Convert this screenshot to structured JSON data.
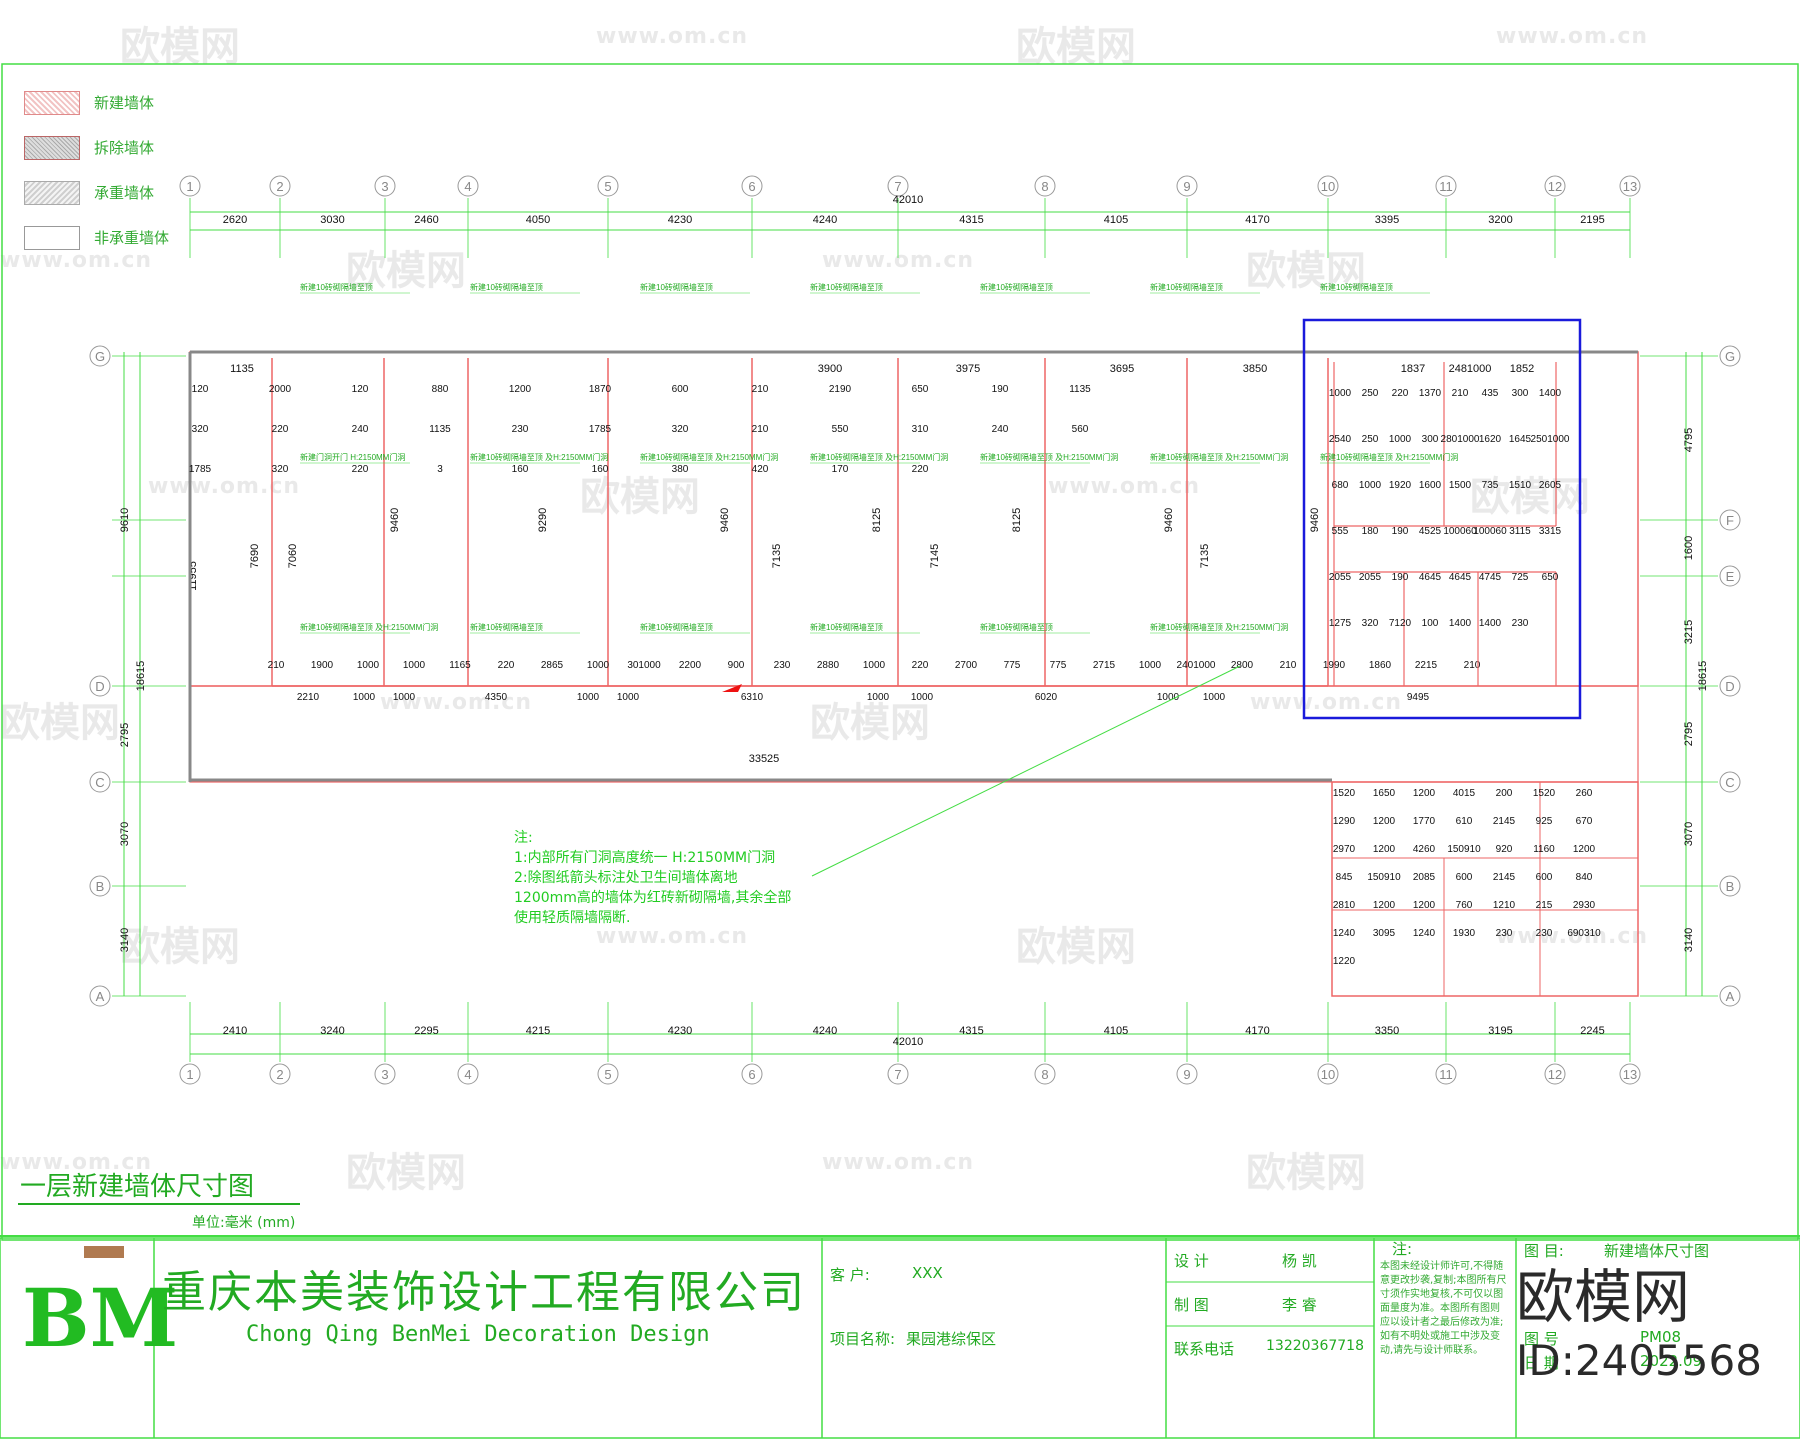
{
  "legend": [
    {
      "label": "新建墙体",
      "swatch": "new"
    },
    {
      "label": "拆除墙体",
      "swatch": "demo"
    },
    {
      "label": "承重墙体",
      "swatch": "bear"
    },
    {
      "label": "非承重墙体",
      "swatch": "non"
    }
  ],
  "grid": {
    "columns": [
      "1",
      "2",
      "3",
      "4",
      "5",
      "6",
      "7",
      "8",
      "9",
      "10",
      "11",
      "12",
      "13"
    ],
    "rows": [
      "G",
      "F",
      "E",
      "D",
      "C",
      "B",
      "A"
    ],
    "top_total": "42010",
    "top_spans": [
      "2620",
      "3030",
      "2460",
      "4050",
      "4230",
      "4240",
      "4315",
      "4105",
      "4170",
      "3395",
      "3200",
      "2195"
    ],
    "bottom_total": "42010",
    "bottom_spans": [
      "2410",
      "3240",
      "2295",
      "4215",
      "4230",
      "4240",
      "4315",
      "4105",
      "4170",
      "3350",
      "3195",
      "2245"
    ],
    "left_dims": [
      "9610",
      "2795",
      "3070",
      "3140",
      "18615",
      "11955"
    ],
    "right_dims": [
      "4795",
      "1600",
      "3215",
      "2795",
      "3070",
      "3140",
      "18615"
    ]
  },
  "dims": {
    "corridor_length": "33525",
    "row_upper": [
      "1135",
      "3900",
      "3975",
      "3695",
      "3850",
      "1837",
      "2481000",
      "1852"
    ],
    "room_heights": [
      "9460",
      "9290",
      "9460",
      "8125",
      "8125",
      "9460",
      "7135",
      "7135",
      "7145",
      "7060",
      "7690",
      "9460"
    ],
    "row_lower_a": [
      "210",
      "1900",
      "1000",
      "1000",
      "1165",
      "220",
      "2865",
      "1000",
      "301000",
      "2200",
      "900",
      "230",
      "2880",
      "1000",
      "220",
      "2700",
      "775",
      "775",
      "2715",
      "1000",
      "2401000",
      "2800",
      "210",
      "1990",
      "1860",
      "2215",
      "210"
    ],
    "row_lower_b": [
      "2210",
      "1000",
      "1000",
      "4350",
      "1000",
      "1000",
      "6310",
      "1000",
      "1000",
      "6020",
      "1000",
      "1000",
      "9495"
    ],
    "misc": [
      "120",
      "2000",
      "120",
      "880",
      "1200",
      "1870",
      "600",
      "210",
      "2190",
      "650",
      "190",
      "1135",
      "320",
      "220",
      "240",
      "1135",
      "230",
      "1785",
      "320",
      "210",
      "550",
      "310",
      "240",
      "560",
      "1785",
      "320",
      "220",
      "3",
      "160",
      "160",
      "380",
      "420",
      "170",
      "220"
    ],
    "right_block": [
      "1000",
      "250",
      "220",
      "1370",
      "210",
      "435",
      "300",
      "1400",
      "2540",
      "250",
      "1000",
      "300",
      "2801000",
      "1620",
      "1645",
      "2501000",
      "680",
      "1000",
      "1920",
      "1600",
      "1500",
      "735",
      "1510",
      "2605",
      "555",
      "180",
      "190",
      "4525",
      "100060",
      "100060",
      "3115",
      "3315",
      "2055",
      "2055",
      "190",
      "4645",
      "4645",
      "4745",
      "725",
      "650",
      "1275",
      "320",
      "7120",
      "100",
      "1400",
      "1400",
      "230"
    ],
    "south_block": [
      "1520",
      "1650",
      "1200",
      "4015",
      "200",
      "1520",
      "260",
      "1290",
      "1200",
      "1770",
      "610",
      "2145",
      "925",
      "670",
      "2970",
      "1200",
      "4260",
      "150910",
      "920",
      "1160",
      "1200",
      "845",
      "150910",
      "2085",
      "600",
      "2145",
      "600",
      "840",
      "2810",
      "1200",
      "1200",
      "760",
      "1210",
      "215",
      "2930",
      "1240",
      "3095",
      "1240",
      "1930",
      "230",
      "230",
      "690310",
      "1220"
    ]
  },
  "annotations": [
    "新建10砖砌隔墙至顶",
    "新建10砖砌隔墙至顶",
    "新建10砖砌隔墙至顶",
    "新建10砖砌隔墙至顶",
    "新建10砖砌隔墙至顶",
    "新建10砖砌隔墙至顶",
    "新建10砖砌隔墙至顶",
    "新建门洞开门 H:2150MM门洞",
    "新建10砖砌隔墙至顶 及H:2150MM门洞",
    "新建10砖砌隔墙至顶 及H:2150MM门洞",
    "新建10砖砌隔墙至顶 及H:2150MM门洞",
    "新建10砖砌隔墙至顶 及H:2150MM门洞",
    "新建10砖砌隔墙至顶 及H:2150MM门洞",
    "新建10砖砌隔墙至顶 及H:2150MM门洞",
    "新建10砖砌隔墙至顶 及H:2150MM门洞",
    "新建10砖砌隔墙至顶",
    "新建10砖砌隔墙至顶",
    "新建10砖砌隔墙至顶",
    "新建10砖砌隔墙至顶",
    "新建10砖砌隔墙至顶 及H:2150MM门洞"
  ],
  "notes": [
    "注:",
    "1:内部所有门洞高度统一  H:2150MM门洞",
    "2:除图纸箭头标注处卫生间墙体离地",
    "1200mm高的墙体为红砖新砌隔墙,其余全部",
    "使用轻质隔墙隔断."
  ],
  "plan": {
    "title": "一层新建墙体尺寸图",
    "unit": "单位:毫米 (mm)"
  },
  "titleblock": {
    "company_cn": "重庆本美装饰设计工程有限公司",
    "company_en": "Chong Qing BenMei Decoration Design",
    "logo_text": "BM",
    "client_label": "客  户:",
    "client": "XXX",
    "project_label": "项目名称:",
    "project": "果园港综保区",
    "design_label": "设  计",
    "designer": "杨  凯",
    "draw_label": "制  图",
    "drafter": "李  睿",
    "phone_label": "联系电话",
    "phone": "13220367718",
    "note_label": "注:",
    "note_text": "本图未经设计师许可,不得随意更改抄袭,复制;本图所有尺寸须作实地复核,不可仅以图面量度为准。本图所有图则应以设计者之最后修改为准;如有不明处或施工中涉及变动,请先与设计师联系。",
    "sheet_label": "图  目:",
    "sheet_name": "新建墙体尺寸图",
    "sheet_no_label": "图  号",
    "sheet_no": "PM08",
    "date_label": "日  期",
    "date": "2022.09"
  },
  "watermark": {
    "logo": "欧模网",
    "url": "www.om.cn",
    "big": "欧模网",
    "id": "ID:2405568"
  },
  "colors": {
    "line": "#44dd44",
    "wall": "#ee6666",
    "text": "#22aa22",
    "highlight": "#1a1adb",
    "bubble": "#999999"
  }
}
